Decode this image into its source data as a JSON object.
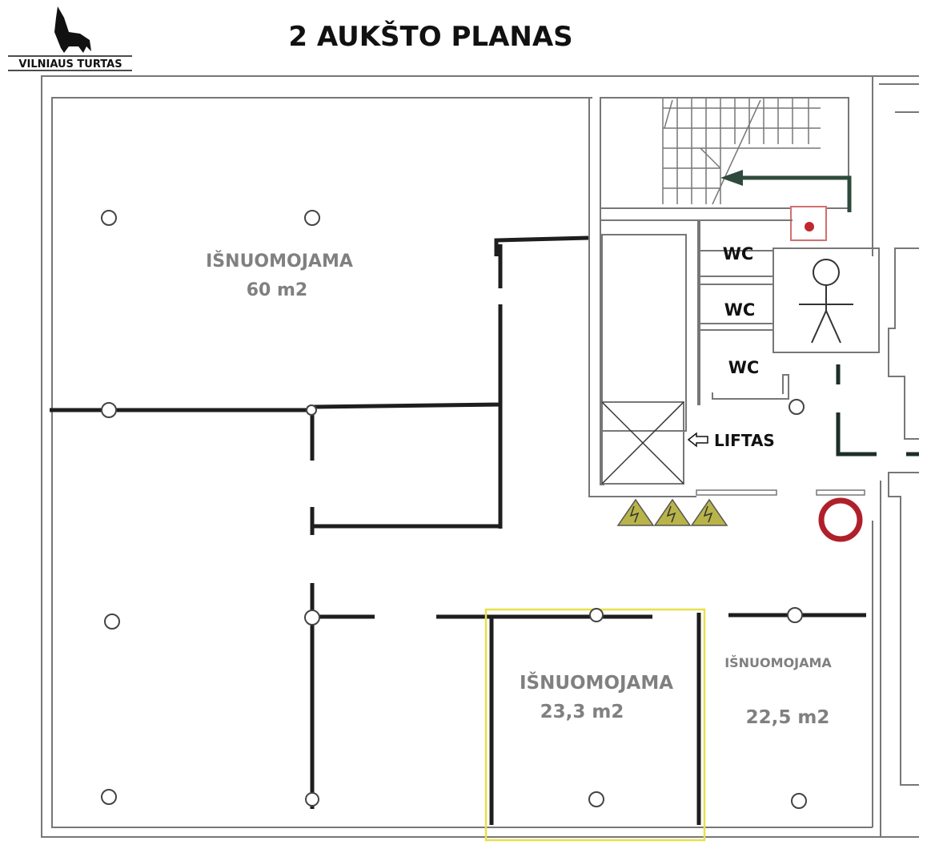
{
  "title": "2 AUKŠTO PLANAS",
  "logo": {
    "text": "VILNIAUS TURTAS"
  },
  "rooms": [
    {
      "label": "IŠNUOMOJAMA",
      "area": "60 m2"
    },
    {
      "label": "IŠNUOMOJAMA",
      "area": "23,3 m2"
    },
    {
      "label": "IŠNUOMOJAMA",
      "area": "22,5 m2"
    }
  ],
  "core": {
    "wc_labels": [
      "WC",
      "WC",
      "WC"
    ],
    "lift_label": "LIFTAS"
  },
  "colors": {
    "highlight": "#e8e04a",
    "exit_arrow": "#2e4a3c",
    "alarm": "#c0282e",
    "hazard": "#b8b44a",
    "room_text": "#808080"
  }
}
